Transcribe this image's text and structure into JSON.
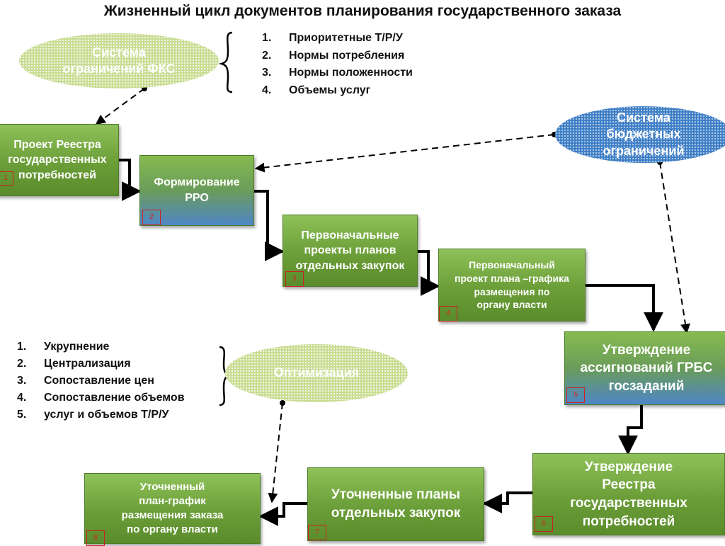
{
  "title": "Жизненный цикл документов планирования государственного заказа",
  "ellipses": {
    "fks": "Система\nограничений ФКС",
    "budget": "Система\nбюджетных\nограничений",
    "optim": "Оптимизация"
  },
  "list_top": [
    {
      "n": "1.",
      "text": "Приоритетные Т/Р/У"
    },
    {
      "n": "2.",
      "text": "Нормы потребления"
    },
    {
      "n": "3.",
      "text": "Нормы положенности"
    },
    {
      "n": "4.",
      "text": "Объемы услуг"
    }
  ],
  "list_bottom": [
    {
      "n": "1.",
      "text": "Укрупнение"
    },
    {
      "n": "2.",
      "text": "Централизация"
    },
    {
      "n": "3.",
      "text": "Сопоставление цен"
    },
    {
      "n": "4.",
      "text": "Сопоставление объемов"
    },
    {
      "n": "5.",
      "text": "услуг и объемов Т/Р/У"
    }
  ],
  "boxes": [
    {
      "num": "1",
      "text": "Проект Реестра\nгосударственных\nпотребностей"
    },
    {
      "num": "2",
      "text": "Формирование\nРРО"
    },
    {
      "num": "3",
      "text": "Первоначальные\nпроекты планов\nотдельных закупок"
    },
    {
      "num": "4",
      "text": "Первоначальный\nпроект плана –графика\nразмещения по\nоргану власти"
    },
    {
      "num": "5",
      "text": "Утверждение\nассигнований ГРБС\nгосзаданий"
    },
    {
      "num": "6",
      "text": "Утверждение\nРеестра\nгосударственных\nпотребностей"
    },
    {
      "num": "7",
      "text": "Уточненные планы\nотдельных закупок"
    },
    {
      "num": "8",
      "text": "Уточненный\nплан-график\nразмещения заказа\nпо органу власти"
    }
  ],
  "colors": {
    "box_green": "#6b9e38",
    "box_blue": "#4f86c6",
    "number_red": "#d42020",
    "ellipse_green": "#c9dc92",
    "ellipse_blue": "#3f7fc6"
  }
}
